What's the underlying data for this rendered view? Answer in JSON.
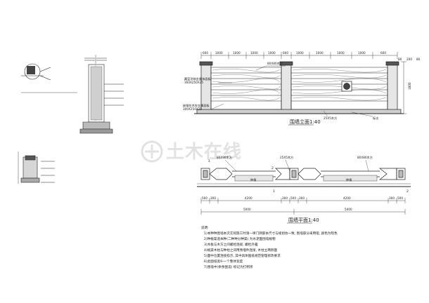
{
  "watermark": {
    "text": "土木在线"
  },
  "elevation": {
    "title": "围墙立面1:40",
    "top_dims": [
      "600",
      "1000",
      "1000",
      "1000",
      "1000",
      "600",
      "1000",
      "1000",
      "1000",
      "1000",
      "600"
    ],
    "right_dim": "1800",
    "right_dims_top": [
      "80",
      "200",
      "80"
    ],
    "labels": {
      "wood": "80X80木方",
      "fixing": "藏蓝涂装金属饰面板",
      "fixing2": "300X250X25",
      "plate": "碳钢仿木纹金属面板",
      "plate2": "300X250X25",
      "bar": "25X5木方",
      "light": "标志"
    }
  },
  "plan": {
    "title": "围墙平面1:40",
    "top_dims": [
      "80X80木方",
      "25X5木方",
      "80X80木方"
    ],
    "inner_labels": [
      "种植",
      "种植"
    ],
    "bottom_dims_small": [
      "500",
      "300",
      "4200",
      "300",
      "500",
      "300",
      "4200",
      "300",
      "500"
    ],
    "bottom_dims_big": [
      "5000",
      "5400"
    ],
    "section_marks": [
      "1",
      "2",
      "1",
      "2"
    ]
  },
  "notes": {
    "heading": "说明:",
    "lines": [
      "1)本种种围墙本次实际施工时请一律门牌部本尺寸与规划协一致, 围墙部分采用哑, 颜色为暗色",
      "2)种植渠道本种(二种种分种渠) 为水泥面围墙植物",
      "3)木板与木方之间螺栓连接, 螺栓外露",
      "4)植渠木柱与种柱之间用预埋件连接, 木柱立两侧面",
      "5)面中位置连接指示, 其中具体图纸规范管理修改要求",
      "6)此图纸宽9-一个整体宽度",
      "7)围墙中(余余图说) 标记为打例项"
    ]
  }
}
